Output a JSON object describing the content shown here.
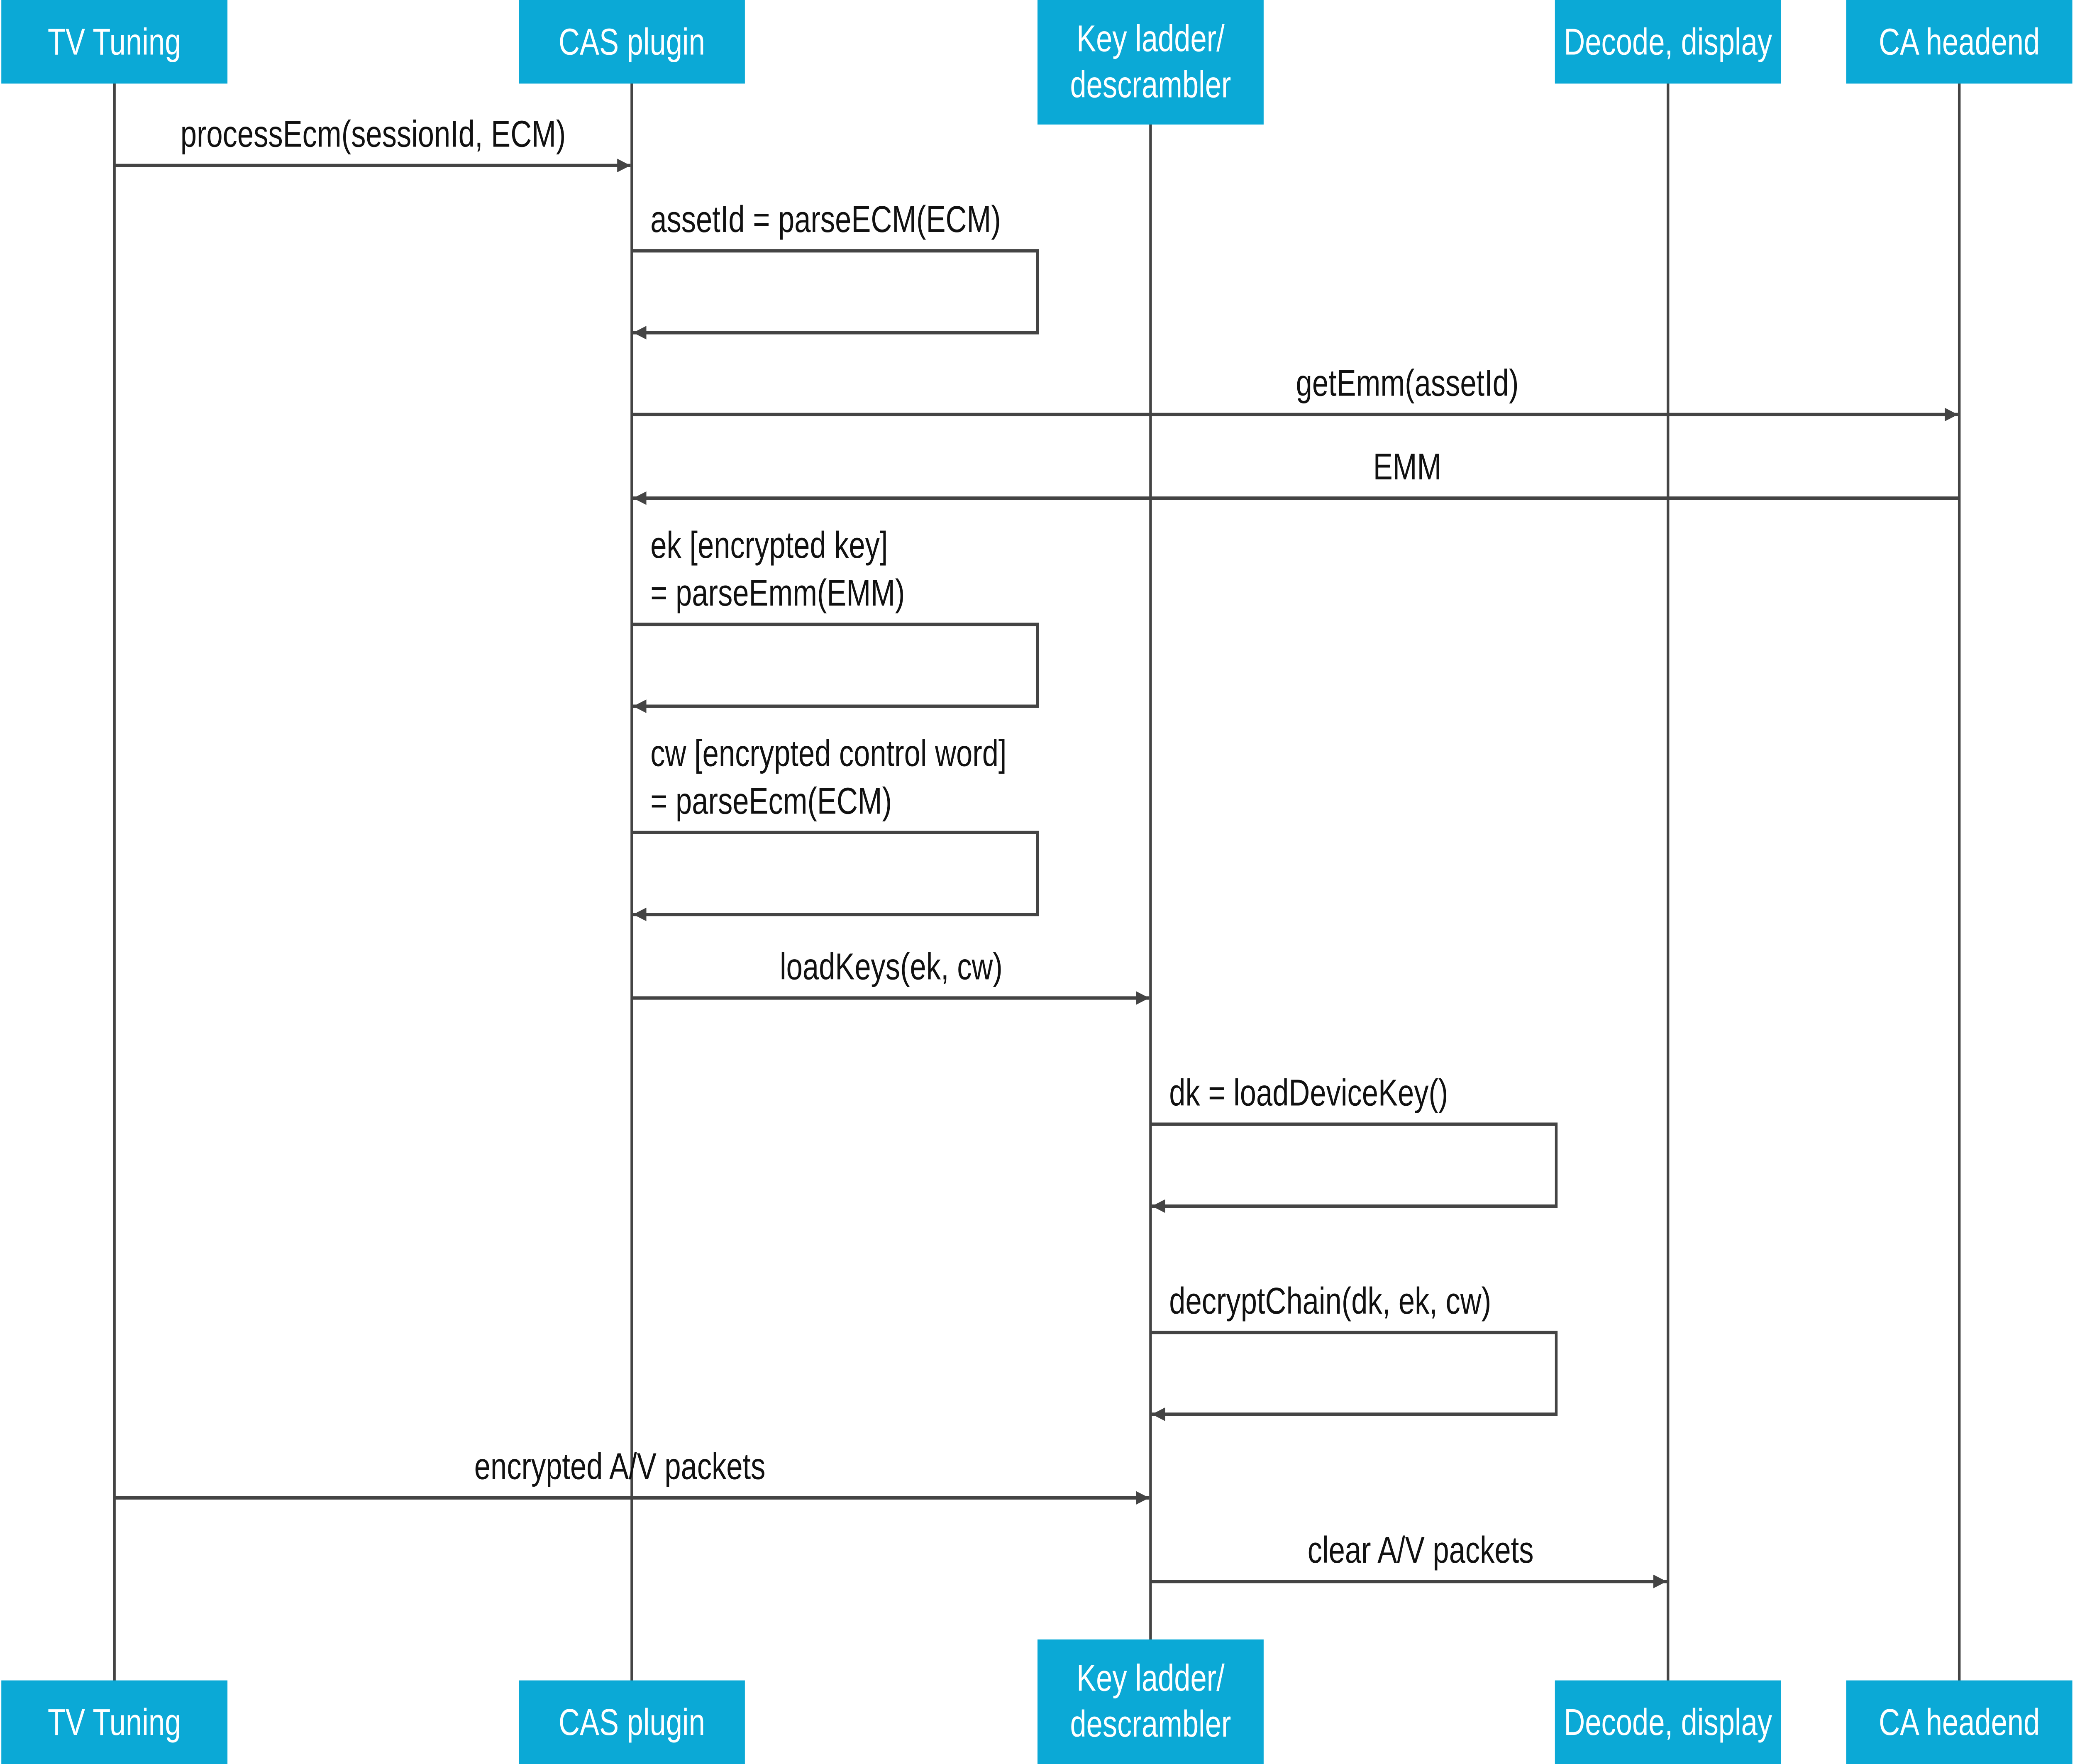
{
  "colors": {
    "participant_fill": "#0BA9D6",
    "participant_text": "#FFFFFF",
    "line": "#444444",
    "label_text": "#111111"
  },
  "participants": [
    {
      "id": "tv",
      "lines": [
        "TV Tuning"
      ]
    },
    {
      "id": "cas",
      "lines": [
        "CAS plugin"
      ]
    },
    {
      "id": "key",
      "lines": [
        "Key ladder/",
        "descrambler"
      ]
    },
    {
      "id": "decode",
      "lines": [
        "Decode, display"
      ]
    },
    {
      "id": "ca",
      "lines": [
        "CA headend"
      ]
    }
  ],
  "messages": [
    {
      "from": 0,
      "to": 1,
      "lines": [
        "processEcm(sessionId, ECM)"
      ]
    },
    {
      "from": 1,
      "to": 1,
      "lines": [
        "assetId = parseECM(ECM)"
      ]
    },
    {
      "from": 1,
      "to": 4,
      "lines": [
        "getEmm(assetId)"
      ]
    },
    {
      "from": 4,
      "to": 1,
      "lines": [
        "EMM"
      ]
    },
    {
      "from": 1,
      "to": 1,
      "lines": [
        "ek [encrypted key]",
        "= parseEmm(EMM)"
      ]
    },
    {
      "from": 1,
      "to": 1,
      "lines": [
        "cw [encrypted control word]",
        "= parseEcm(ECM)"
      ]
    },
    {
      "from": 1,
      "to": 2,
      "lines": [
        "loadKeys(ek, cw)"
      ]
    },
    {
      "from": 2,
      "to": 2,
      "lines": [
        "dk = loadDeviceKey()"
      ]
    },
    {
      "from": 2,
      "to": 2,
      "lines": [
        "decryptChain(dk, ek, cw)"
      ]
    },
    {
      "from": 0,
      "to": 2,
      "lines": [
        "encrypted A/V packets"
      ]
    },
    {
      "from": 2,
      "to": 3,
      "lines": [
        "clear A/V packets"
      ]
    }
  ]
}
